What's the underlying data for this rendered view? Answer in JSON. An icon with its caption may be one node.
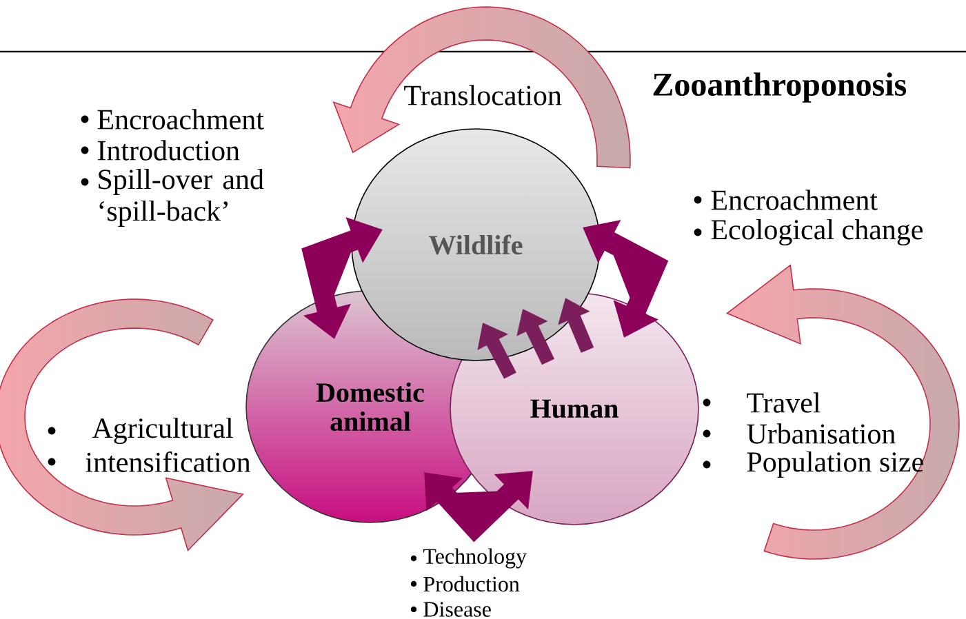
{
  "diagram": {
    "title": "Zooanthroponosis",
    "nodes": [
      {
        "text": [
          "Wildlife"
        ]
      },
      {
        "text": [
          "Domestic animal"
        ]
      },
      {
        "text": [
          "Human"
        ]
      }
    ],
    "edges": [
      {
        "from": 1,
        "to": 0,
        "arrow": "both"
      },
      {
        "from": 2,
        "to": 0,
        "arrow": "both"
      },
      {
        "from": 1,
        "to": 2,
        "arrow": "both"
      },
      {
        "from": 2,
        "to": 0,
        "arrow": "to",
        "color": "#7b1f5c"
      },
      {
        "from": 2,
        "to": 0,
        "arrow": "to",
        "color": "#7b1f5c"
      },
      {
        "from": 2,
        "to": 0,
        "arrow": "to",
        "color": "#7b1f5c"
      }
    ],
    "labels": [
      "Translocation",
      "Encroachment",
      "Introduction",
      "Spill-over and ‘spill-back’",
      "Encroachment",
      "Ecological change",
      "Agricultural",
      "intensification",
      "Travel",
      "Urbanisation",
      "Population size",
      "Technology",
      "Production",
      "Disease"
    ]
  }
}
